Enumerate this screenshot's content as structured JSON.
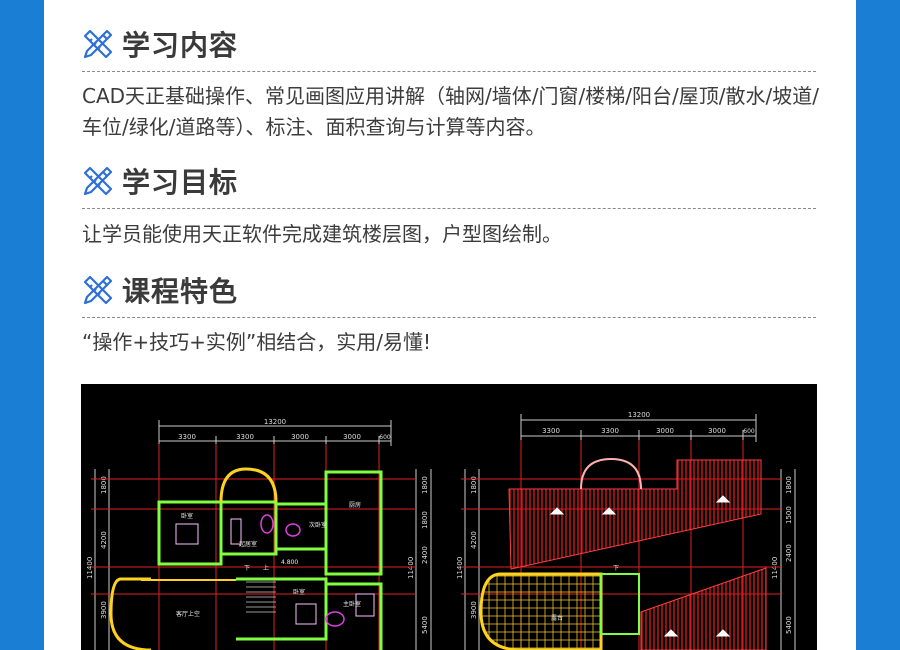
{
  "sections": [
    {
      "title": "学习内容",
      "text": "CAD天正基础操作、常见画图应用讲解（轴网/墙体/门窗/楼梯/阳台/屋顶/散水/坡道/车位/绿化/道路等）、标注、面积查询与计算等内容。"
    },
    {
      "title": "学习目标",
      "text": "让学员能使用天正软件完成建筑楼层图，户型图绘制。"
    },
    {
      "title": "课程特色",
      "text": "“操作+技巧+实例”相结合，实用/易懂!"
    }
  ],
  "icon": "pencil-ruler-icon",
  "colors": {
    "background": "#1a7fd4",
    "icon": "#2d6fd8",
    "cad_bg": "#000000"
  },
  "cad": {
    "left_plan": {
      "total_dim": "13200",
      "top_dims": [
        "3300",
        "3300",
        "3000",
        "3000",
        "600"
      ],
      "left_dims": [
        "1800",
        "4200",
        "11400",
        "3900"
      ],
      "right_dims": [
        "1800",
        "1800",
        "2400",
        "11400",
        "5400"
      ],
      "rooms": [
        "卧室",
        "起居室",
        "厨房",
        "次卧室",
        "客厅上空",
        "卧室",
        "主卧室"
      ],
      "stair_labels": [
        "下",
        "上"
      ],
      "inner_dim": "4.800"
    },
    "right_plan": {
      "total_dim": "13200",
      "top_dims": [
        "3300",
        "3300",
        "3000",
        "3000",
        "600"
      ],
      "left_dims": [
        "1800",
        "4200",
        "11400",
        "3900"
      ],
      "right_dims": [
        "1800",
        "1500",
        "2400",
        "11400",
        "5400"
      ],
      "rooms": [
        "露台"
      ],
      "stair_labels": [
        "下"
      ]
    }
  }
}
